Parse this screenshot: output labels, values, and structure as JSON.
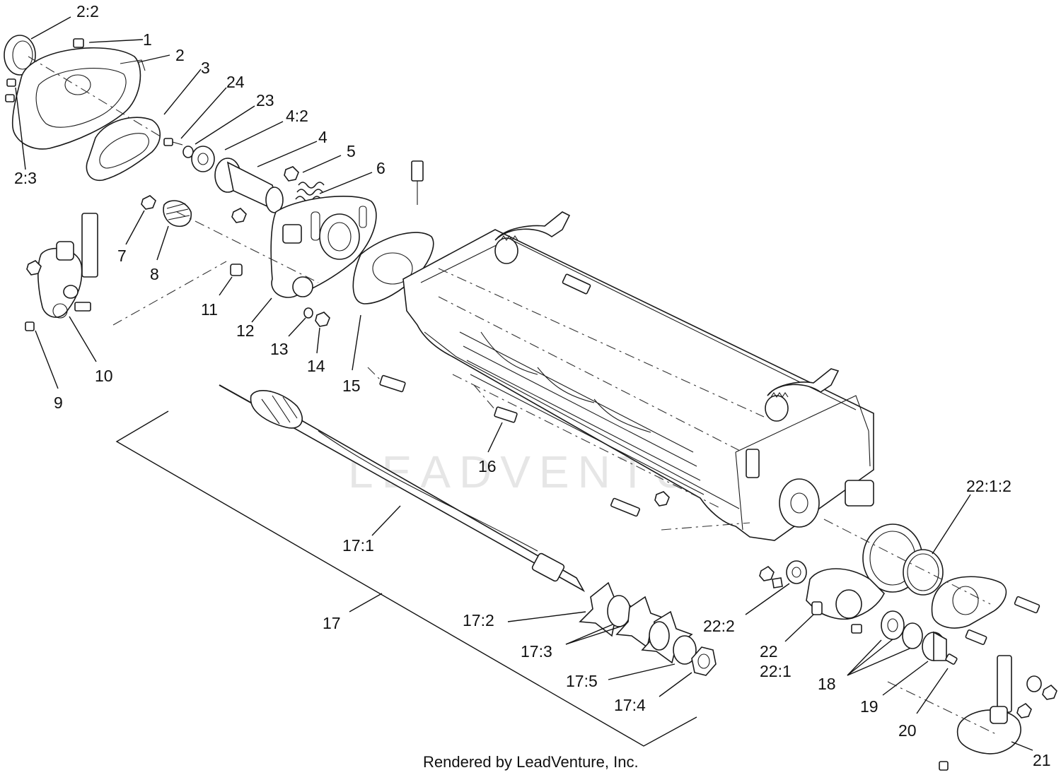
{
  "watermark": "LEADVENTURE",
  "footer": "Rendered by LeadVenture, Inc.",
  "callouts": {
    "c2_2": "2:2",
    "c1": "1",
    "c2": "2",
    "c3": "3",
    "c24": "24",
    "c23": "23",
    "c4_2": "4:2",
    "c4": "4",
    "c5": "5",
    "c6": "6",
    "c2_3": "2:3",
    "c7": "7",
    "c8": "8",
    "c11": "11",
    "c12": "12",
    "c13": "13",
    "c14": "14",
    "c15": "15",
    "c10": "10",
    "c9": "9",
    "c16": "16",
    "c17_1": "17:1",
    "c17": "17",
    "c17_2": "17:2",
    "c17_3": "17:3",
    "c17_5": "17:5",
    "c17_4": "17:4",
    "c22_1_2": "22:1:2",
    "c22_2": "22:2",
    "c22": "22",
    "c22_1": "22:1",
    "c18": "18",
    "c19": "19",
    "c20": "20",
    "c21": "21"
  }
}
